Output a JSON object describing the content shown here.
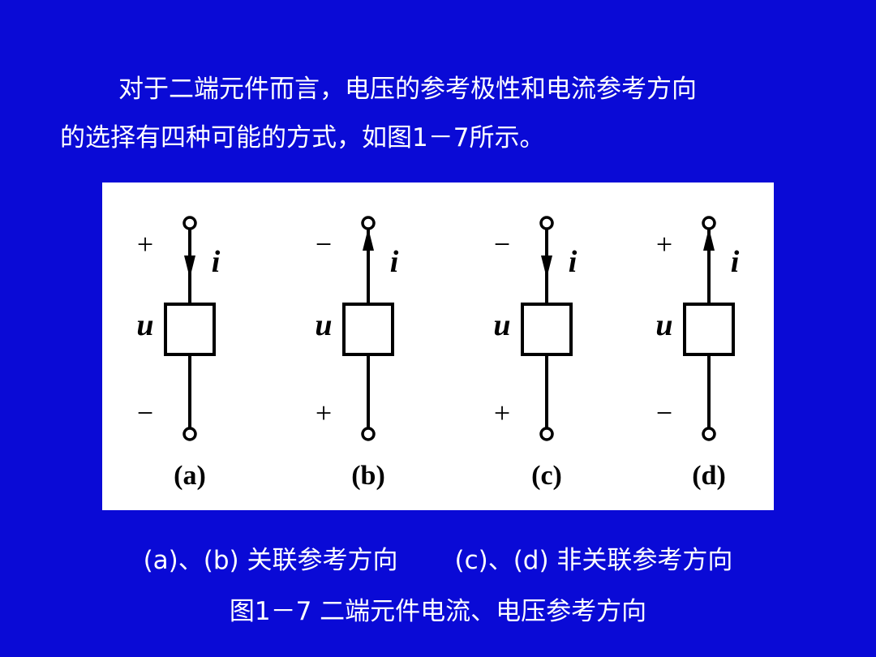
{
  "paragraph": {
    "line1": "对于二端元件而言，电压的参考极性和电流参考方向",
    "line2": "的选择有四种可能的方式，如图1－7所示。"
  },
  "figure": {
    "current_symbol": "i",
    "voltage_symbol": "u",
    "elements": [
      {
        "label": "(a)",
        "top_sign": "+",
        "bottom_sign": "−",
        "current_dir": "down"
      },
      {
        "label": "(b)",
        "top_sign": "−",
        "bottom_sign": "+",
        "current_dir": "up"
      },
      {
        "label": "(c)",
        "top_sign": "−",
        "bottom_sign": "+",
        "current_dir": "down"
      },
      {
        "label": "(d)",
        "top_sign": "+",
        "bottom_sign": "−",
        "current_dir": "up"
      }
    ]
  },
  "captions": {
    "associated": "(a)、(b) 关联参考方向",
    "non_associated": "(c)、(d) 非关联参考方向",
    "figure_title": "图1－7  二端元件电流、电压参考方向"
  },
  "colors": {
    "background": "#0a0ad6",
    "text": "#ffffff",
    "panel": "#ffffff",
    "ink": "#000000"
  }
}
